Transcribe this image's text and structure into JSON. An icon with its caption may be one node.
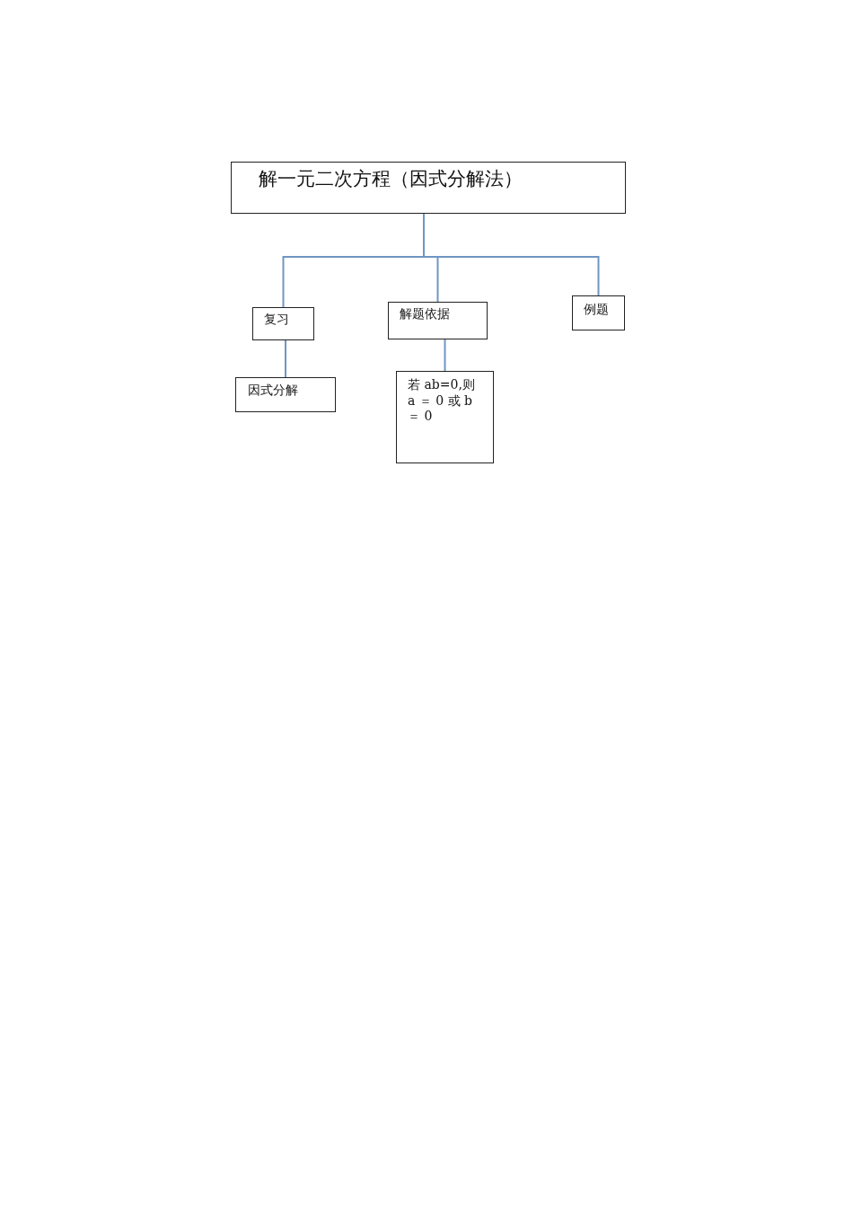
{
  "diagram": {
    "nodes": [
      {
        "text": [
          "解一元二次方程（因式分解法）"
        ]
      },
      {
        "text": [
          "复习"
        ]
      },
      {
        "text": [
          "解题依据"
        ]
      },
      {
        "text": [
          "例题"
        ]
      },
      {
        "text": [
          "因式分解"
        ]
      },
      {
        "text": [
          "若 ab=0,则 a ＝ 0 或 b ＝ 0"
        ]
      }
    ],
    "edges": [
      {
        "from": 0,
        "to": 1,
        "arrow": "none"
      },
      {
        "from": 0,
        "to": 2,
        "arrow": "none"
      },
      {
        "from": 0,
        "to": 3,
        "arrow": "none"
      },
      {
        "from": 1,
        "to": 4,
        "arrow": "none"
      },
      {
        "from": 2,
        "to": 5,
        "arrow": "none"
      }
    ]
  }
}
